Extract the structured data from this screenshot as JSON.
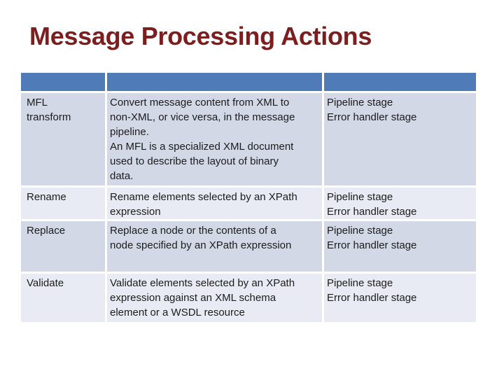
{
  "title": "Message Processing Actions",
  "colors": {
    "title_text": "#7d1e1e",
    "table_header_bg": "#4f7cb8",
    "row_dark_bg": "#d2d8e6",
    "row_light_bg": "#e8ebf3",
    "body_text": "#1c1c1c",
    "background": "#ffffff"
  },
  "table": {
    "header_cells": [
      "",
      "",
      ""
    ],
    "rows": [
      {
        "action_lines": [
          "MFL",
          "transform"
        ],
        "description_lines": [
          "Convert message content from XML to",
          "non-XML, or vice versa, in the message",
          "pipeline.",
          "An MFL is a specialized XML document",
          "used to describe the layout of binary",
          "data."
        ],
        "stage_lines": [
          "Pipeline stage",
          "Error handler stage"
        ]
      },
      {
        "action_lines": [
          "Rename"
        ],
        "description_lines": [
          "Rename elements selected by an XPath",
          "expression"
        ],
        "stage_lines": [
          "Pipeline stage",
          "Error handler stage"
        ]
      },
      {
        "action_lines": [
          "Replace"
        ],
        "description_lines": [
          "Replace a node or the contents of a",
          "node specified by an XPath expression"
        ],
        "stage_lines": [
          "Pipeline stage",
          "Error handler stage"
        ]
      },
      {
        "action_lines": [
          "Validate"
        ],
        "description_lines": [
          "Validate elements selected by an XPath",
          "expression against an XML schema",
          "element or a WSDL resource"
        ],
        "stage_lines": [
          "Pipeline stage",
          "Error handler stage"
        ]
      }
    ]
  }
}
